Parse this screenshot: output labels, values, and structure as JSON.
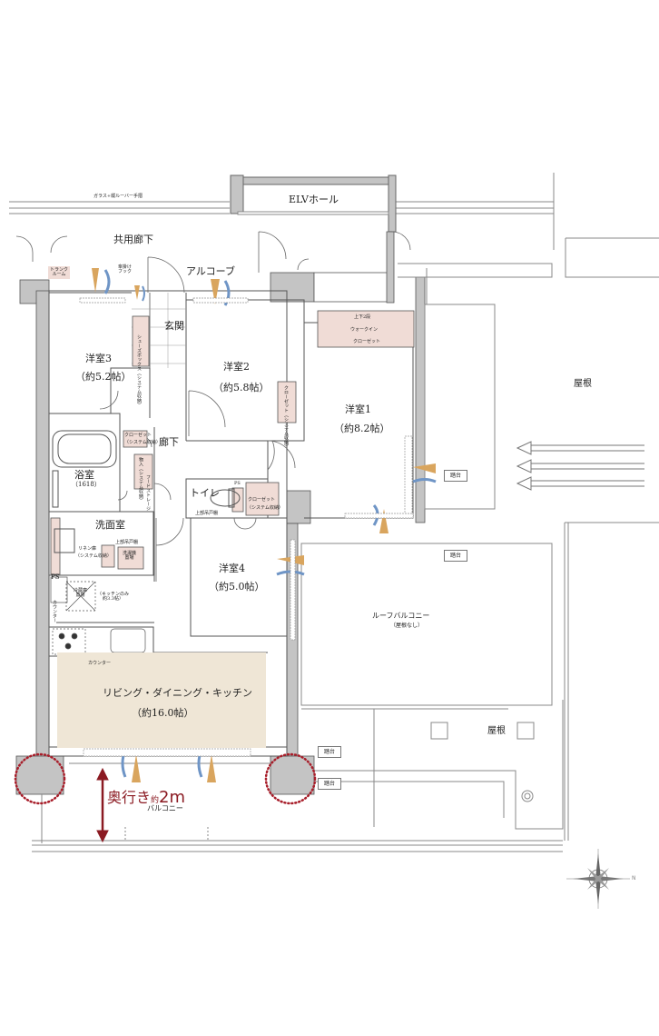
{
  "plan": {
    "common_areas": {
      "railing_note": "ガラス+縦ルーバー手摺",
      "elevator_hall": "ELVホール",
      "common_corridor": "共用廊下",
      "alcove": "アルコーブ",
      "trunk_room": "トランク\nルーム",
      "umbrella_hook": "傘掛け\nフック"
    },
    "rooms": [
      {
        "id": "western3",
        "name": "洋室3",
        "size": "（約5.2帖）"
      },
      {
        "id": "western2",
        "name": "洋室2",
        "size": "（約5.8帖）"
      },
      {
        "id": "western1",
        "name": "洋室1",
        "size": "（約8.2帖）"
      },
      {
        "id": "western4",
        "name": "洋室4",
        "size": "（約5.0帖）"
      },
      {
        "id": "ldk",
        "name": "リビング・ダイニング・キッチン",
        "size": "（約16.0帖）"
      },
      {
        "id": "bath",
        "name": "浴室",
        "size": "（1618）"
      },
      {
        "id": "washroom",
        "name": "洗面室",
        "size": ""
      },
      {
        "id": "toilet",
        "name": "トイレ",
        "size": ""
      },
      {
        "id": "entrance",
        "name": "玄関",
        "size": ""
      },
      {
        "id": "hallway",
        "name": "廊下",
        "size": ""
      }
    ],
    "storage": {
      "shoe_box": "シューズボックス（システム収納）",
      "closet2": "クローゼット（システム収納）",
      "closet3": "クローゼット",
      "closet3_sub": "（システム収納）",
      "walk_in_top": "上下2段",
      "walk_in_mid": "ウォークイン",
      "walk_in_bottom": "クローゼット",
      "storage_room": "物入（システム収納）",
      "food_storage": "フードストレージ",
      "closet4": "クローゼット",
      "closet4_sub": "（システム収納）",
      "linen": "リネン庫",
      "linen_sub": "（システム収納）",
      "upper_cabinet_wash": "上部吊戸棚",
      "upper_cabinet_toilet": "上部吊戸棚",
      "washer": "洗濯機\n置場",
      "fridge": "冷蔵庫\n置場",
      "kitchen_size": "（キッチンのみ\n約3.3帖）",
      "ps": "PS",
      "ps_toilet": "PS",
      "counter_side": "カウンター",
      "counter_bottom": "カウンター"
    },
    "outdoor": {
      "roof_balcony": "ルーフバルコニー",
      "roof_balcony_note": "（屋根なし）",
      "roof_right": "屋根",
      "roof_bottom": "屋根",
      "balcony": "バルコニー",
      "stand": "踏台",
      "depth_prefix": "奥行き",
      "depth_approx": "約",
      "depth_value": "2m"
    },
    "compass": {
      "north_label": "N"
    },
    "colors": {
      "wall": "#c4c4c4",
      "storage_fill": "#f0dcd6",
      "ldk_fill": "#efe6d6",
      "airflow_orange": "#d9a55e",
      "airflow_blue": "#6f95c6",
      "depth_red": "#8b1a22"
    }
  }
}
